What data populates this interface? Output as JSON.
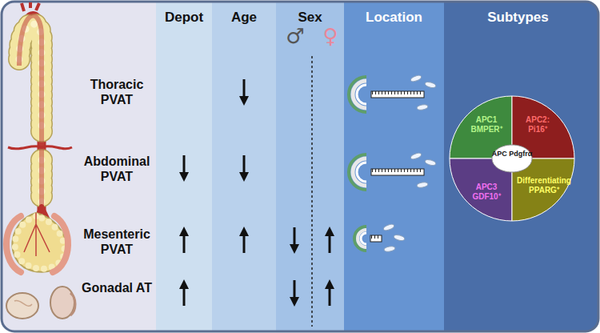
{
  "diagram": {
    "nodes": [
      {
        "text": [
          "Depot"
        ]
      },
      {
        "text": [
          "Age"
        ]
      },
      {
        "text": [
          "Sex"
        ]
      },
      {
        "text": [
          "Location"
        ]
      },
      {
        "text": [
          "Subtypes"
        ]
      },
      {
        "text": [
          "APC1 BMPER⁺"
        ],
        "in": 4
      },
      {
        "text": [
          "APC2: Pi16⁺"
        ],
        "in": 4
      },
      {
        "text": [
          "APC3 GDF10⁺"
        ],
        "in": 4
      },
      {
        "text": [
          "Differentiating PPARG⁺"
        ],
        "in": 4
      },
      {
        "text": [
          "APC Pdgfrα"
        ],
        "in": 4
      }
    ],
    "labels": [
      "Thoracic PVAT",
      "Abdominal PVAT",
      "Mesenteric PVAT",
      "Gonadal AT",
      "♂",
      "♀"
    ]
  }
}
